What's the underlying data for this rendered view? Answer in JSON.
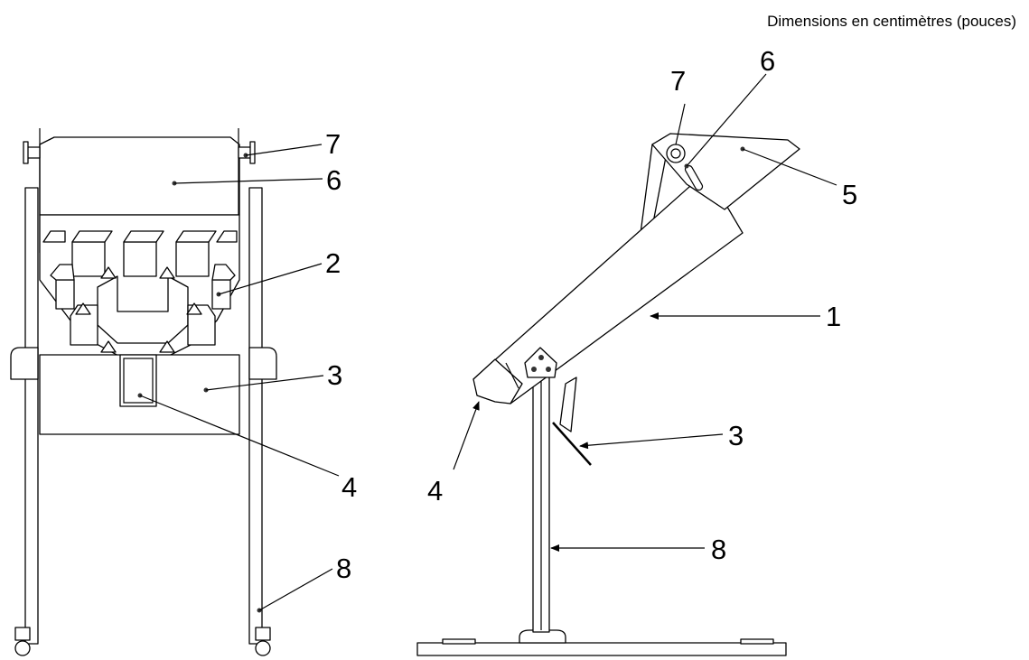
{
  "units_note": "Dimensions en centimètres (pouces)",
  "front_view": {
    "callouts": [
      "7",
      "6",
      "2",
      "3",
      "4",
      "8"
    ]
  },
  "side_view": {
    "callouts": [
      "7",
      "6",
      "5",
      "1",
      "3",
      "4",
      "8"
    ]
  }
}
